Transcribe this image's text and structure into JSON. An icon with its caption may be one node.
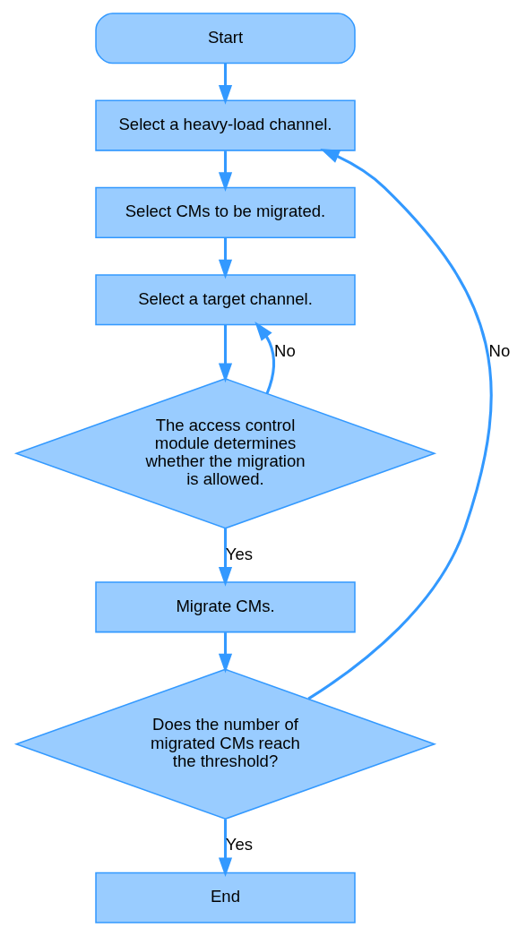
{
  "diagram": {
    "nodes": [
      {
        "text": [
          "Start"
        ]
      },
      {
        "text": [
          "Select a heavy-load channel."
        ]
      },
      {
        "text": [
          "Select CMs to be migrated."
        ]
      },
      {
        "text": [
          "Select a target channel."
        ]
      },
      {
        "text": [
          "The access control module determines whether the migration is allowed."
        ]
      },
      {
        "text": [
          "Migrate CMs."
        ]
      },
      {
        "text": [
          "Does the number of migrated CMs reach the threshold?"
        ]
      },
      {
        "text": [
          "End"
        ]
      }
    ],
    "edges": [
      {
        "from": 0,
        "to": 1,
        "arrow": "to"
      },
      {
        "from": 1,
        "to": 2,
        "arrow": "to"
      },
      {
        "from": 2,
        "to": 3,
        "arrow": "to"
      },
      {
        "from": 3,
        "to": 4,
        "arrow": "to"
      },
      {
        "from": 4,
        "to": 3,
        "arrow": "to",
        "label": "No"
      },
      {
        "from": 4,
        "to": 5,
        "arrow": "to",
        "label": "Yes"
      },
      {
        "from": 5,
        "to": 6,
        "arrow": "to"
      },
      {
        "from": 6,
        "to": 1,
        "arrow": "to",
        "label": "No"
      },
      {
        "from": 6,
        "to": 7,
        "arrow": "to",
        "label": "Yes"
      }
    ]
  }
}
